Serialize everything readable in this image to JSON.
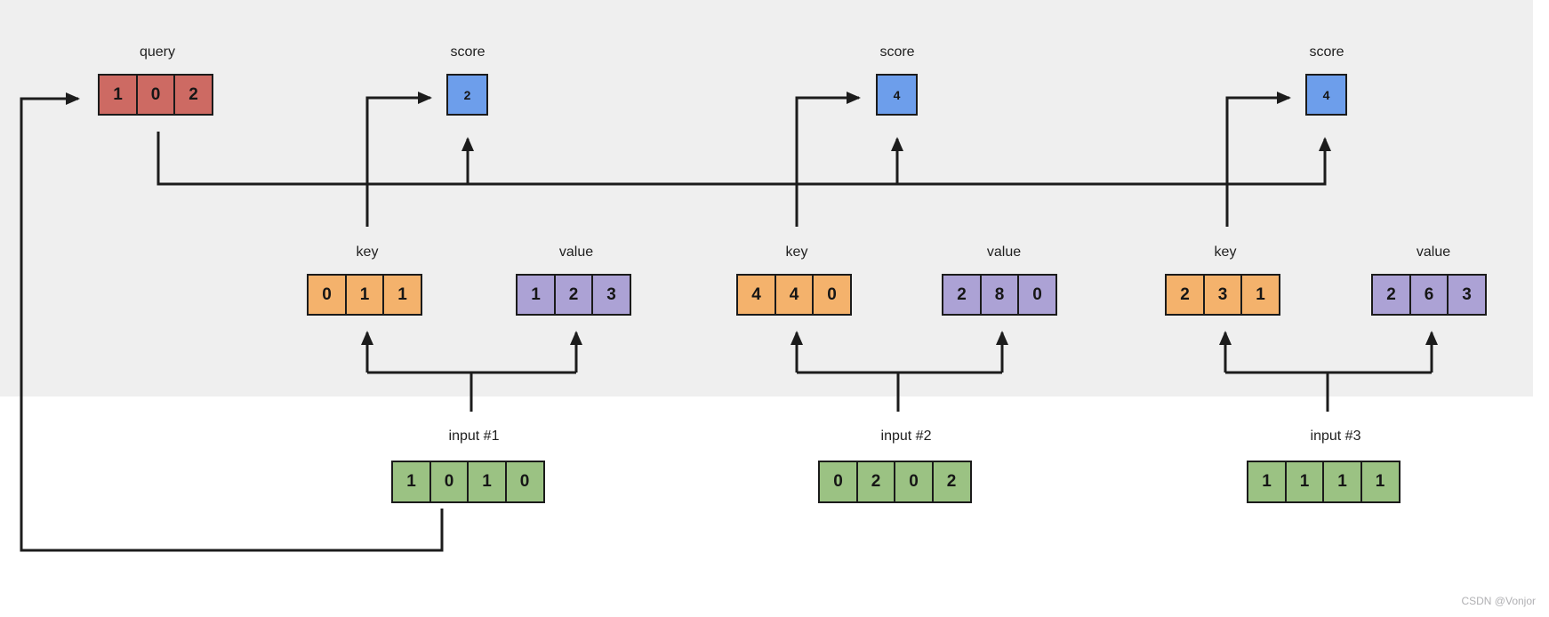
{
  "page": {
    "watermark": "CSDN @Vonjor",
    "background": "#ffffff",
    "diagram_background": "#efefef"
  },
  "colors": {
    "query_fill": "#cd6a63",
    "score_fill": "#6d9eeb",
    "key_fill": "#f4b26c",
    "value_fill": "#aca2d5",
    "input_fill": "#9bc283",
    "line": "#1c1c1c"
  },
  "groups": {
    "query": {
      "label": "query",
      "values": [
        "1",
        "0",
        "2"
      ]
    },
    "scores": [
      {
        "label": "score",
        "value": "2"
      },
      {
        "label": "score",
        "value": "4"
      },
      {
        "label": "score",
        "value": "4"
      }
    ],
    "keys": [
      {
        "label": "key",
        "values": [
          "0",
          "1",
          "1"
        ]
      },
      {
        "label": "key",
        "values": [
          "4",
          "4",
          "0"
        ]
      },
      {
        "label": "key",
        "values": [
          "2",
          "3",
          "1"
        ]
      }
    ],
    "values": [
      {
        "label": "value",
        "values": [
          "1",
          "2",
          "3"
        ]
      },
      {
        "label": "value",
        "values": [
          "2",
          "8",
          "0"
        ]
      },
      {
        "label": "value",
        "values": [
          "2",
          "6",
          "3"
        ]
      }
    ],
    "inputs": [
      {
        "label": "input #1",
        "values": [
          "1",
          "0",
          "1",
          "0"
        ]
      },
      {
        "label": "input #2",
        "values": [
          "0",
          "2",
          "0",
          "2"
        ]
      },
      {
        "label": "input #3",
        "values": [
          "1",
          "1",
          "1",
          "1"
        ]
      }
    ]
  }
}
